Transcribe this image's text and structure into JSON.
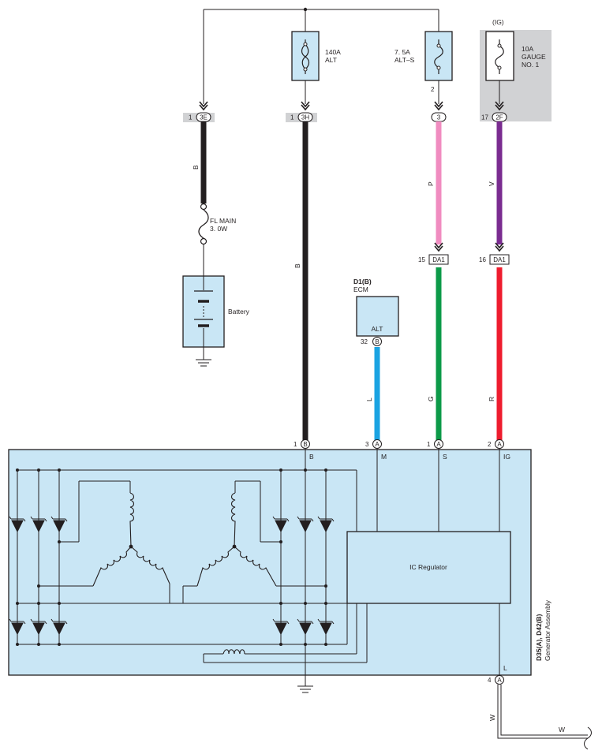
{
  "fuses": {
    "alt": {
      "line1": "140A",
      "line2": "ALT"
    },
    "alt_s": {
      "line1": "7. 5A",
      "line2": "ALT–S",
      "pin": "2"
    },
    "gauge": {
      "ig": "(IG)",
      "line1": "10A",
      "line2": "GAUGE",
      "line3": "NO. 1"
    },
    "fl_main": {
      "line1": "FL MAIN",
      "line2": "3. 0W"
    }
  },
  "connectors": {
    "c3e": {
      "pin": "1",
      "id": "3E"
    },
    "c3h": {
      "pin": "1",
      "id": "3H"
    },
    "c3": {
      "id": "3"
    },
    "c2f": {
      "pin": "17",
      "id": "2F"
    },
    "da1_s": {
      "pin": "15",
      "id": "DA1"
    },
    "da1_ig": {
      "pin": "16",
      "id": "DA1"
    },
    "ecm_b": {
      "pin": "32",
      "id": "B"
    },
    "gen_b": {
      "pin": "1",
      "id": "B",
      "term": "B"
    },
    "gen_m": {
      "pin": "3",
      "id": "A",
      "term": "M"
    },
    "gen_s": {
      "pin": "1",
      "id": "A",
      "term": "S"
    },
    "gen_ig": {
      "pin": "2",
      "id": "A",
      "term": "IG"
    },
    "gen_l": {
      "pin": "4",
      "id": "A",
      "term": "L"
    }
  },
  "wire_colors": {
    "b1": "B",
    "b2": "B",
    "p": "P",
    "v": "V",
    "l": "L",
    "g": "G",
    "r": "R",
    "w1": "W",
    "w2": "W"
  },
  "colors": {
    "black": "#231f20",
    "pink": "#f08cc0",
    "violet": "#7a2c90",
    "blue": "#1aa3e2",
    "green": "#0c9a48",
    "red": "#ee1c2e",
    "panel": "#c9e6f5",
    "gray": "#d1d2d4"
  },
  "battery": {
    "label": "Battery"
  },
  "ecm": {
    "code": "D1(B)",
    "name": "ECM",
    "terminal": "ALT"
  },
  "generator": {
    "code": "D35(A), D42(B)",
    "name": "Generator Assembly"
  },
  "regulator": {
    "label": "IC Regulator"
  }
}
